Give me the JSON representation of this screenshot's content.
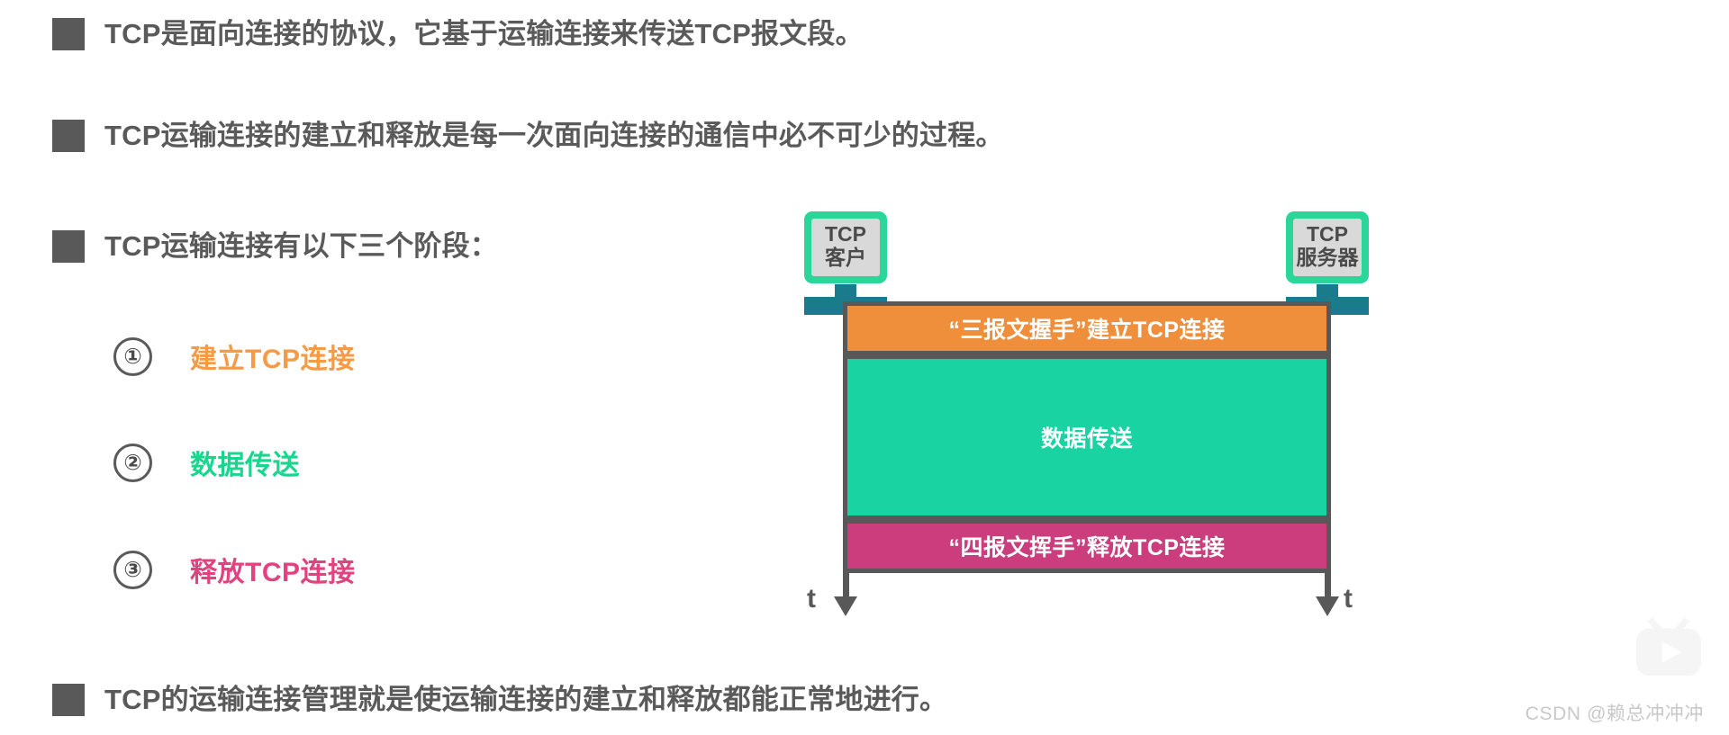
{
  "slide": {
    "bullets": [
      {
        "id": "b1",
        "text": "TCP是面向连接的协议，它基于运输连接来传送TCP报文段。"
      },
      {
        "id": "b2",
        "text": "TCP运输连接的建立和释放是每一次面向连接的通信中必不可少的过程。"
      },
      {
        "id": "b3",
        "text": "TCP运输连接有以下三个阶段："
      },
      {
        "id": "b4",
        "text": "TCP的运输连接管理就是使运输连接的建立和释放都能正常地进行。"
      }
    ],
    "stages": [
      {
        "number": "①",
        "label": "建立TCP连接",
        "color": "#f59b47"
      },
      {
        "number": "②",
        "label": "数据传送",
        "color": "#19d68e"
      },
      {
        "number": "③",
        "label": "释放TCP连接",
        "color": "#e0437f"
      }
    ]
  },
  "diagram": {
    "client": {
      "line1": "TCP",
      "line2": "客户"
    },
    "server": {
      "line1": "TCP",
      "line2": "服务器"
    },
    "time_axis_left": "t",
    "time_axis_right": "t",
    "bands": [
      {
        "id": "handshake",
        "label": "“三报文握手”建立TCP连接",
        "color": "#ef8f3c"
      },
      {
        "id": "transfer",
        "label": "数据传送",
        "color": "#19d3a2"
      },
      {
        "id": "release",
        "label": "“四报文挥手”释放TCP连接",
        "color": "#cc3d7e"
      }
    ]
  },
  "watermark": {
    "credit": "CSDN @赖总冲冲冲",
    "logo_name": "bilibili-tv-play-logo"
  },
  "colors": {
    "bullet_square": "#595959",
    "body_text": "#5a5a5a",
    "host_border": "#2bd69b",
    "host_fill": "#d9d9d9",
    "stand": "#1a7b8c",
    "lifeline": "#585858",
    "orange": "#ef8f3c",
    "green": "#19d3a2",
    "pink": "#cc3d7e"
  }
}
